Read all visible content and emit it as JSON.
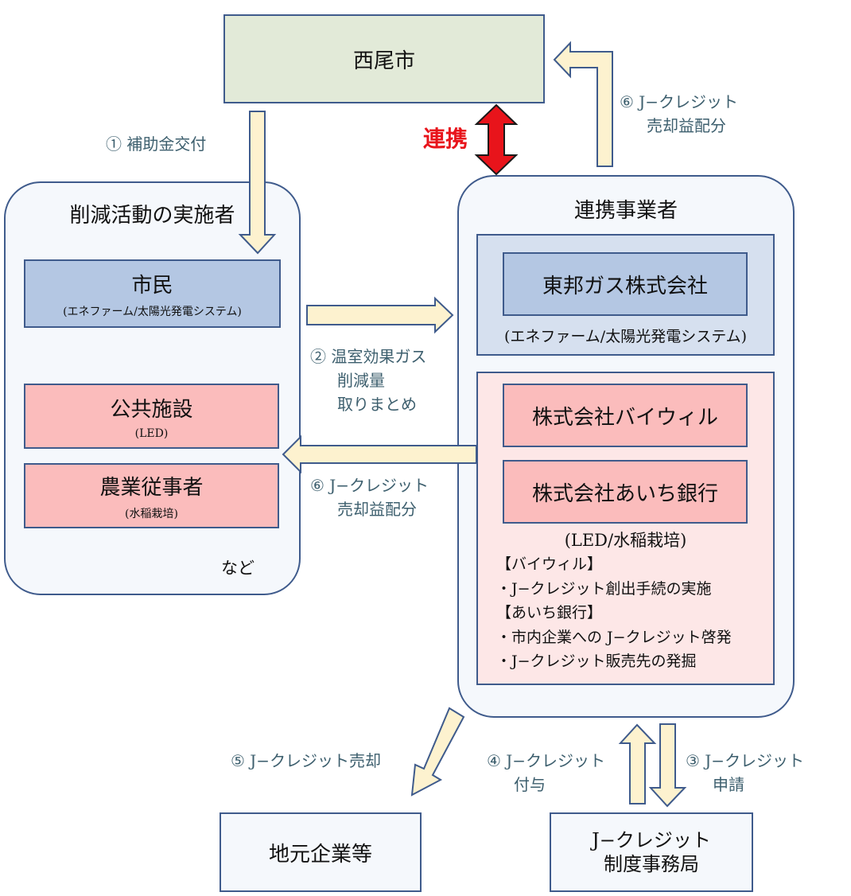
{
  "nishio": "西尾市",
  "renkei": "連携",
  "group_left": {
    "title": "削減活動の実施者",
    "shimin": {
      "title": "市民",
      "sub": "(エネファーム/太陽光発電システム)"
    },
    "koukyou": {
      "title": "公共施設",
      "sub": "(LED)"
    },
    "nougyou": {
      "title": "農業従事者",
      "sub": "(水稲栽培)"
    },
    "nado": "など"
  },
  "group_right": {
    "title": "連携事業者",
    "toho": "東邦ガス株式会社",
    "toho_sub": "(エネファーム/太陽光発電システム)",
    "bywill": "株式会社バイウィル",
    "aichi": "株式会社あいち銀行",
    "pink_sub": "(LED/水稲栽培)",
    "notes": [
      "【バイウィル】",
      "・J−クレジット創出手続の実施",
      "【あいち銀行】",
      "・市内企業への J−クレジット啓発",
      "・J−クレジット販売先の発掘"
    ]
  },
  "labels": {
    "step1": "① 補助金交付",
    "step2": [
      "② 温室効果ガス",
      "削減量",
      "取りまとめ"
    ],
    "step6_top": [
      "⑥ J−クレジット",
      "売却益配分"
    ],
    "step6_mid": [
      "⑥ J−クレジット",
      "売却益配分"
    ],
    "step5": "⑤ J−クレジット売却",
    "step4": [
      "④ J−クレジット",
      "付与"
    ],
    "step3": [
      "③ J−クレジット",
      "申請"
    ]
  },
  "jimoto": "地元企業等",
  "jimukyoku": [
    "J−クレジット",
    "制度事務局"
  ],
  "colors": {
    "arrow_fill": "#fdf2cf",
    "arrow_stroke": "#3f5b8c",
    "renkei_red": "#e8141b",
    "box_blue": "#b4c7e3",
    "box_pink": "#fbbcbc",
    "box_green": "#e2ead8"
  }
}
